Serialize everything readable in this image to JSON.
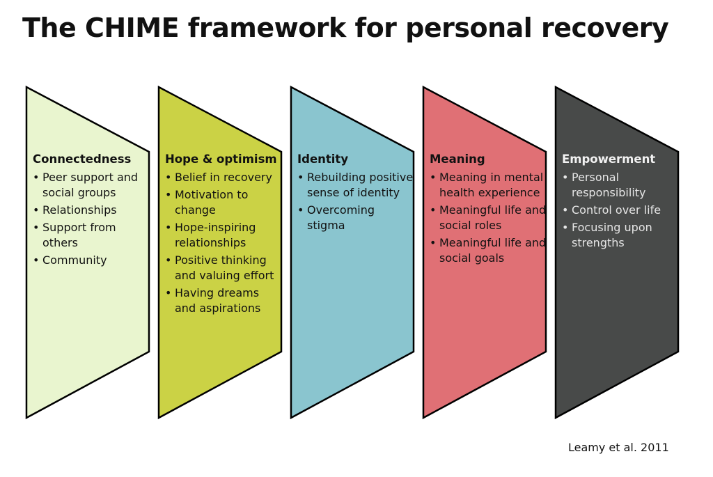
{
  "title": "The CHIME framework for personal recovery",
  "citation": "Leamy et al. 2011",
  "pillars": [
    {
      "heading": "Connectedness",
      "color": "#e9f5cf",
      "items": [
        "Peer support and social groups",
        "Relationships",
        "Support from others",
        "Community"
      ]
    },
    {
      "heading": "Hope & optimism",
      "color": "#cbd245",
      "items": [
        "Belief in recovery",
        "Motivation to change",
        "Hope-inspiring relationships",
        "Positive thinking and valuing effort",
        "Having dreams and aspirations"
      ]
    },
    {
      "heading": "Identity",
      "color": "#8ac5cf",
      "items": [
        "Rebuilding positive sense of identity",
        "Overcoming stigma"
      ]
    },
    {
      "heading": "Meaning",
      "color": "#e07075",
      "items": [
        "Meaning in mental health experience",
        "Meaningful life and social roles",
        "Meaningful life and social goals"
      ]
    },
    {
      "heading": "Empowerment",
      "color": "#484a49",
      "items": [
        "Personal responsibility",
        "Control over life",
        "Focusing upon strengths"
      ]
    }
  ]
}
